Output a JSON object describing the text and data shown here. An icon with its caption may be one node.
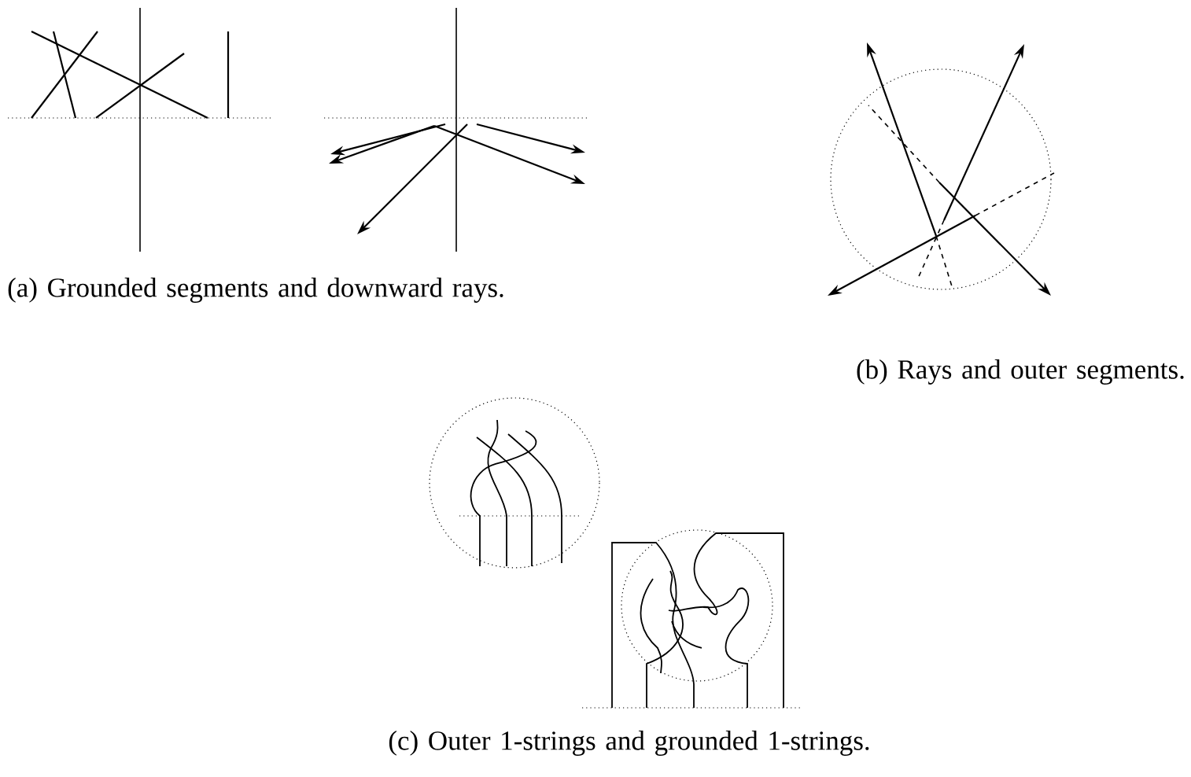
{
  "diagram": {
    "labels": [
      "(a) Grounded segments and downward rays.",
      "(b) Rays and outer segments.",
      "(c) Outer 1-strings and grounded 1-strings."
    ]
  }
}
